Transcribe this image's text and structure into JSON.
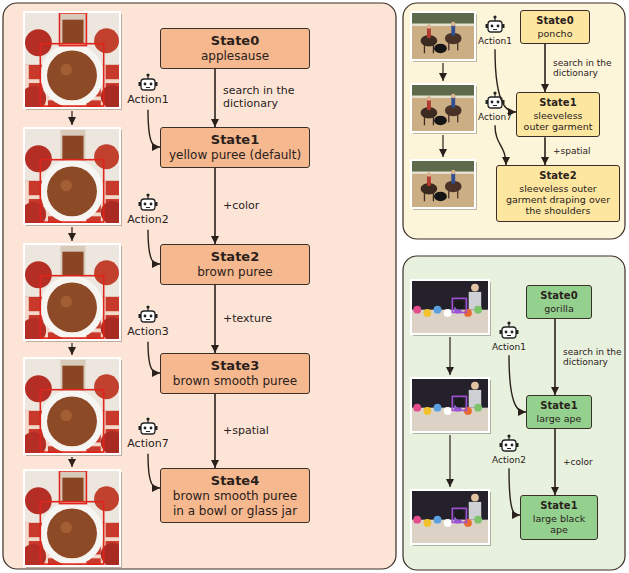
{
  "diagram": {
    "nodes": [
      {
        "text": [
          "State0",
          "applesause"
        ]
      },
      {
        "text": [
          "State1",
          "yellow puree (default)"
        ]
      },
      {
        "text": [
          "State2",
          "brown puree"
        ]
      },
      {
        "text": [
          "State3",
          "brown smooth puree"
        ]
      },
      {
        "text": [
          "State4",
          "brown smooth puree in a bowl or glass jar"
        ]
      },
      {
        "text": [
          "State0",
          "poncho"
        ]
      },
      {
        "text": [
          "State1",
          "sleeveless outer garment"
        ]
      },
      {
        "text": [
          "State2",
          "sleeveless outer garment draping over the shoulders"
        ]
      },
      {
        "text": [
          "State0",
          "gorilla"
        ]
      },
      {
        "text": [
          "State1",
          "large ape"
        ]
      },
      {
        "text": [
          "State1",
          "large black ape"
        ]
      }
    ],
    "edges": [
      {
        "from": 0,
        "to": 1,
        "arrow": "to",
        "label": "search in the dictionary"
      },
      {
        "from": 1,
        "to": 2,
        "arrow": "to",
        "label": "+color"
      },
      {
        "from": 2,
        "to": 3,
        "arrow": "to",
        "label": "+texture"
      },
      {
        "from": 3,
        "to": 4,
        "arrow": "to",
        "label": "+spatial"
      },
      {
        "from": 5,
        "to": 6,
        "arrow": "to",
        "label": "search in the dictionary"
      },
      {
        "from": 6,
        "to": 7,
        "arrow": "to",
        "label": "+spatial"
      },
      {
        "from": 8,
        "to": 9,
        "arrow": "to",
        "label": "search in the dictionary"
      },
      {
        "from": 9,
        "to": 10,
        "arrow": "to",
        "label": "+color"
      }
    ],
    "labels": [
      "Action1",
      "Action2",
      "Action3",
      "Action7",
      "Action1",
      "Action7",
      "Action1",
      "Action2"
    ]
  }
}
